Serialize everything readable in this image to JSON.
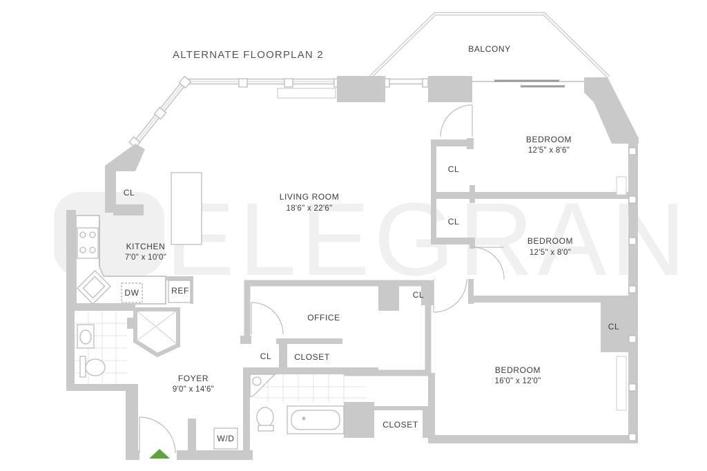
{
  "title": "ALTERNATE FLOORPLAN 2",
  "watermark": "ELEGRAN",
  "rooms": {
    "balcony": {
      "name": "BALCONY"
    },
    "living": {
      "name": "LIVING ROOM",
      "dims": "18'6\" x 22'6\""
    },
    "bedroom1": {
      "name": "BEDROOM",
      "dims": "12'5\" x 8'6\""
    },
    "bedroom2": {
      "name": "BEDROOM",
      "dims": "12'5\" x 8'0\""
    },
    "bedroom3": {
      "name": "BEDROOM",
      "dims": "16'0\" x 12'0\""
    },
    "kitchen": {
      "name": "KITCHEN",
      "dims": "7'0\" x 10'0\""
    },
    "office": {
      "name": "OFFICE"
    },
    "foyer": {
      "name": "FOYER",
      "dims": "9'0\" x 14'6\""
    }
  },
  "labels": {
    "cl_kitchen": "CL",
    "cl_bed1": "CL",
    "cl_bed2": "CL",
    "cl_office_door": "CL",
    "cl_bed3": "CL",
    "cl_foyer": "CL",
    "closet_office": "CLOSET",
    "closet_bath": "CLOSET",
    "dw": "DW",
    "ref": "REF",
    "wd": "W/D"
  },
  "colors": {
    "wall": "#c9c9c9",
    "entry_marker": "#5aa63a",
    "text": "#3a3a3a"
  }
}
